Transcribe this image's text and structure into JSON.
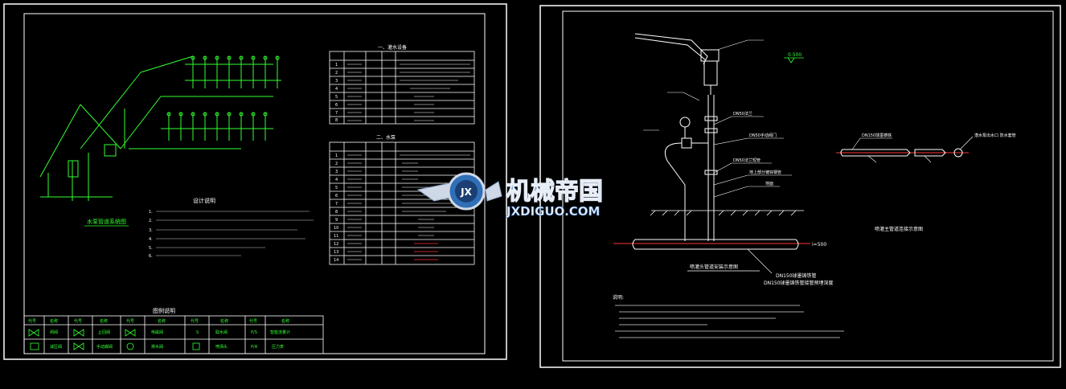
{
  "left_sheet": {
    "system_caption": "水泵管道系统图",
    "design_notes_title": "设计说明",
    "design_notes": [
      "1.",
      "2.",
      "3.",
      "4.",
      "5.",
      "6."
    ],
    "equipment_table": {
      "title": "一、灌水设备",
      "rows": [
        "1",
        "2",
        "3",
        "4",
        "5",
        "6",
        "7",
        "8"
      ]
    },
    "pipe_table": {
      "title": "二、水泵",
      "rows": [
        "1",
        "2",
        "3",
        "4",
        "5",
        "6",
        "7",
        "8",
        "9",
        "10",
        "11",
        "12",
        "13",
        "14"
      ]
    },
    "legend": {
      "title": "图例说明",
      "headers": [
        "代号",
        "名称",
        "代号",
        "名称",
        "代号",
        "名称",
        "代号",
        "名称",
        "代号",
        "名称"
      ],
      "row1": [
        "闸阀",
        "止回阀",
        "电磁阀",
        "取水阀",
        "智能流量计"
      ],
      "row2": [
        "减压阀",
        "手动蝶阀",
        "排水阀",
        "喷洒头",
        "压力表"
      ],
      "codes": [
        "S",
        "P/S",
        "P/A"
      ]
    }
  },
  "right_sheet": {
    "riser_labels": [
      "DN50法兰",
      "DN50手动阀门",
      "DN50法兰短管",
      "地上部分镀锌钢管",
      "地面"
    ],
    "elevation_top": "0.500",
    "slope_label": "i=500",
    "main_pipe_label": "DN150球墨铸铁管",
    "main_pipe_note": "DN150球墨铸铁管接管预埋深度",
    "caption_riser": "喷灌头管道安装示意图",
    "detail_label": "DN150球墨铸铁",
    "detail_right_label": "潜水泵出水口 防水套管",
    "caption_detail": "喷灌主管道连接示意图",
    "notes_title": "说明:"
  },
  "watermark": {
    "text_cn": "机械帝国",
    "text_en": "JXDIGUO.COM",
    "emblem": "JX"
  },
  "colors": {
    "background": "#000000",
    "frame": "#ffffff",
    "drawing": "#33ff33",
    "table_text": "#ffffff",
    "red_text": "#ff3333",
    "watermark_blue": "#3a7fd0"
  }
}
